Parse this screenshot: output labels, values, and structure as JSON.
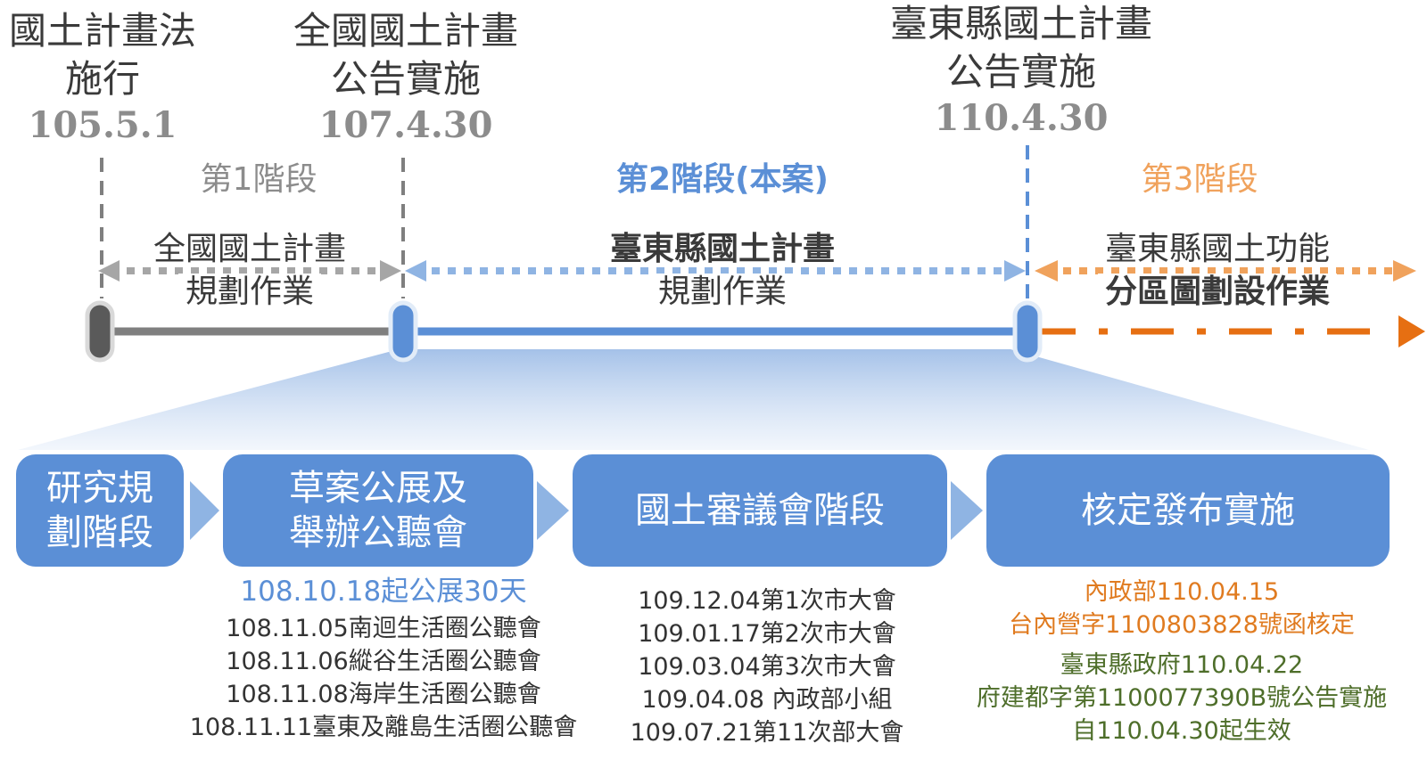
{
  "colors": {
    "gray": "#7f7f7f",
    "blue": "#5b8fd6",
    "light_blue": "#8fb4e3",
    "orange": "#e66f12",
    "orange_text": "#e07b20",
    "green_text": "#4e6e2a"
  },
  "milestones": [
    {
      "title_line1": "國土計畫法",
      "title_line2": "施行",
      "date": "105.5.1"
    },
    {
      "title_line1": "全國國土計畫",
      "title_line2": "公告實施",
      "date": "107.4.30"
    },
    {
      "title_line1": "臺東縣國土計畫",
      "title_line2": "公告實施",
      "date": "110.4.30"
    }
  ],
  "stages": [
    {
      "label": "第1階段",
      "work_line1": "全國國土計畫",
      "work_line2": "規劃作業"
    },
    {
      "label": "第2階段(本案)",
      "work_line1": "臺東縣國土計畫",
      "work_line2": "規劃作業"
    },
    {
      "label": "第3階段",
      "work_line1": "臺東縣國土功能",
      "work_line2": "分區圖劃設作業"
    }
  ],
  "process": [
    {
      "line1": "研究規",
      "line2": "劃階段"
    },
    {
      "line1": "草案公展及",
      "line2": "舉辦公聽會"
    },
    {
      "line1": "國土審議會階段",
      "line2": ""
    },
    {
      "line1": "核定發布實施",
      "line2": ""
    }
  ],
  "details": {
    "public_review": {
      "highlight": "108.10.18起公展30天",
      "items": [
        "108.11.05南迴生活圈公聽會",
        "108.11.06縱谷生活圈公聽會",
        "108.11.08海岸生活圈公聽會",
        "108.11.11臺東及離島生活圈公聽會"
      ]
    },
    "council": {
      "items": [
        "109.12.04第1次市大會",
        "109.01.17第2次市大會",
        "109.03.04第3次市大會",
        "109.04.08 內政部小組",
        "109.07.21第11次部大會"
      ]
    },
    "approval": {
      "orange_items": [
        "內政部110.04.15",
        "台內營字1100803828號函核定"
      ],
      "green_items": [
        "臺東縣政府110.04.22",
        "府建都字第1100077390B號公告實施",
        "自110.04.30起生效"
      ]
    }
  }
}
